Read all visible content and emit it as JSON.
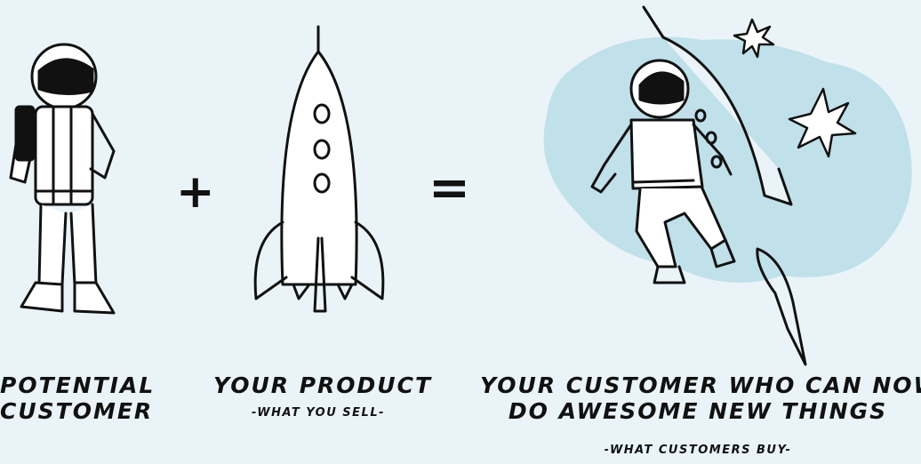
{
  "operators": {
    "plus": "+",
    "equals": "="
  },
  "labels": {
    "customer_line1": "Potential",
    "customer_line2": "customer",
    "product": "your product",
    "product_sub": "-what you sell-",
    "result_line1": "your customer who can now",
    "result_line2": "do awesome new things",
    "result_sub": "-what customers buy-"
  },
  "colors": {
    "background": "#eaf4f8",
    "cloud": "#b9dce8",
    "ink": "#111111"
  }
}
